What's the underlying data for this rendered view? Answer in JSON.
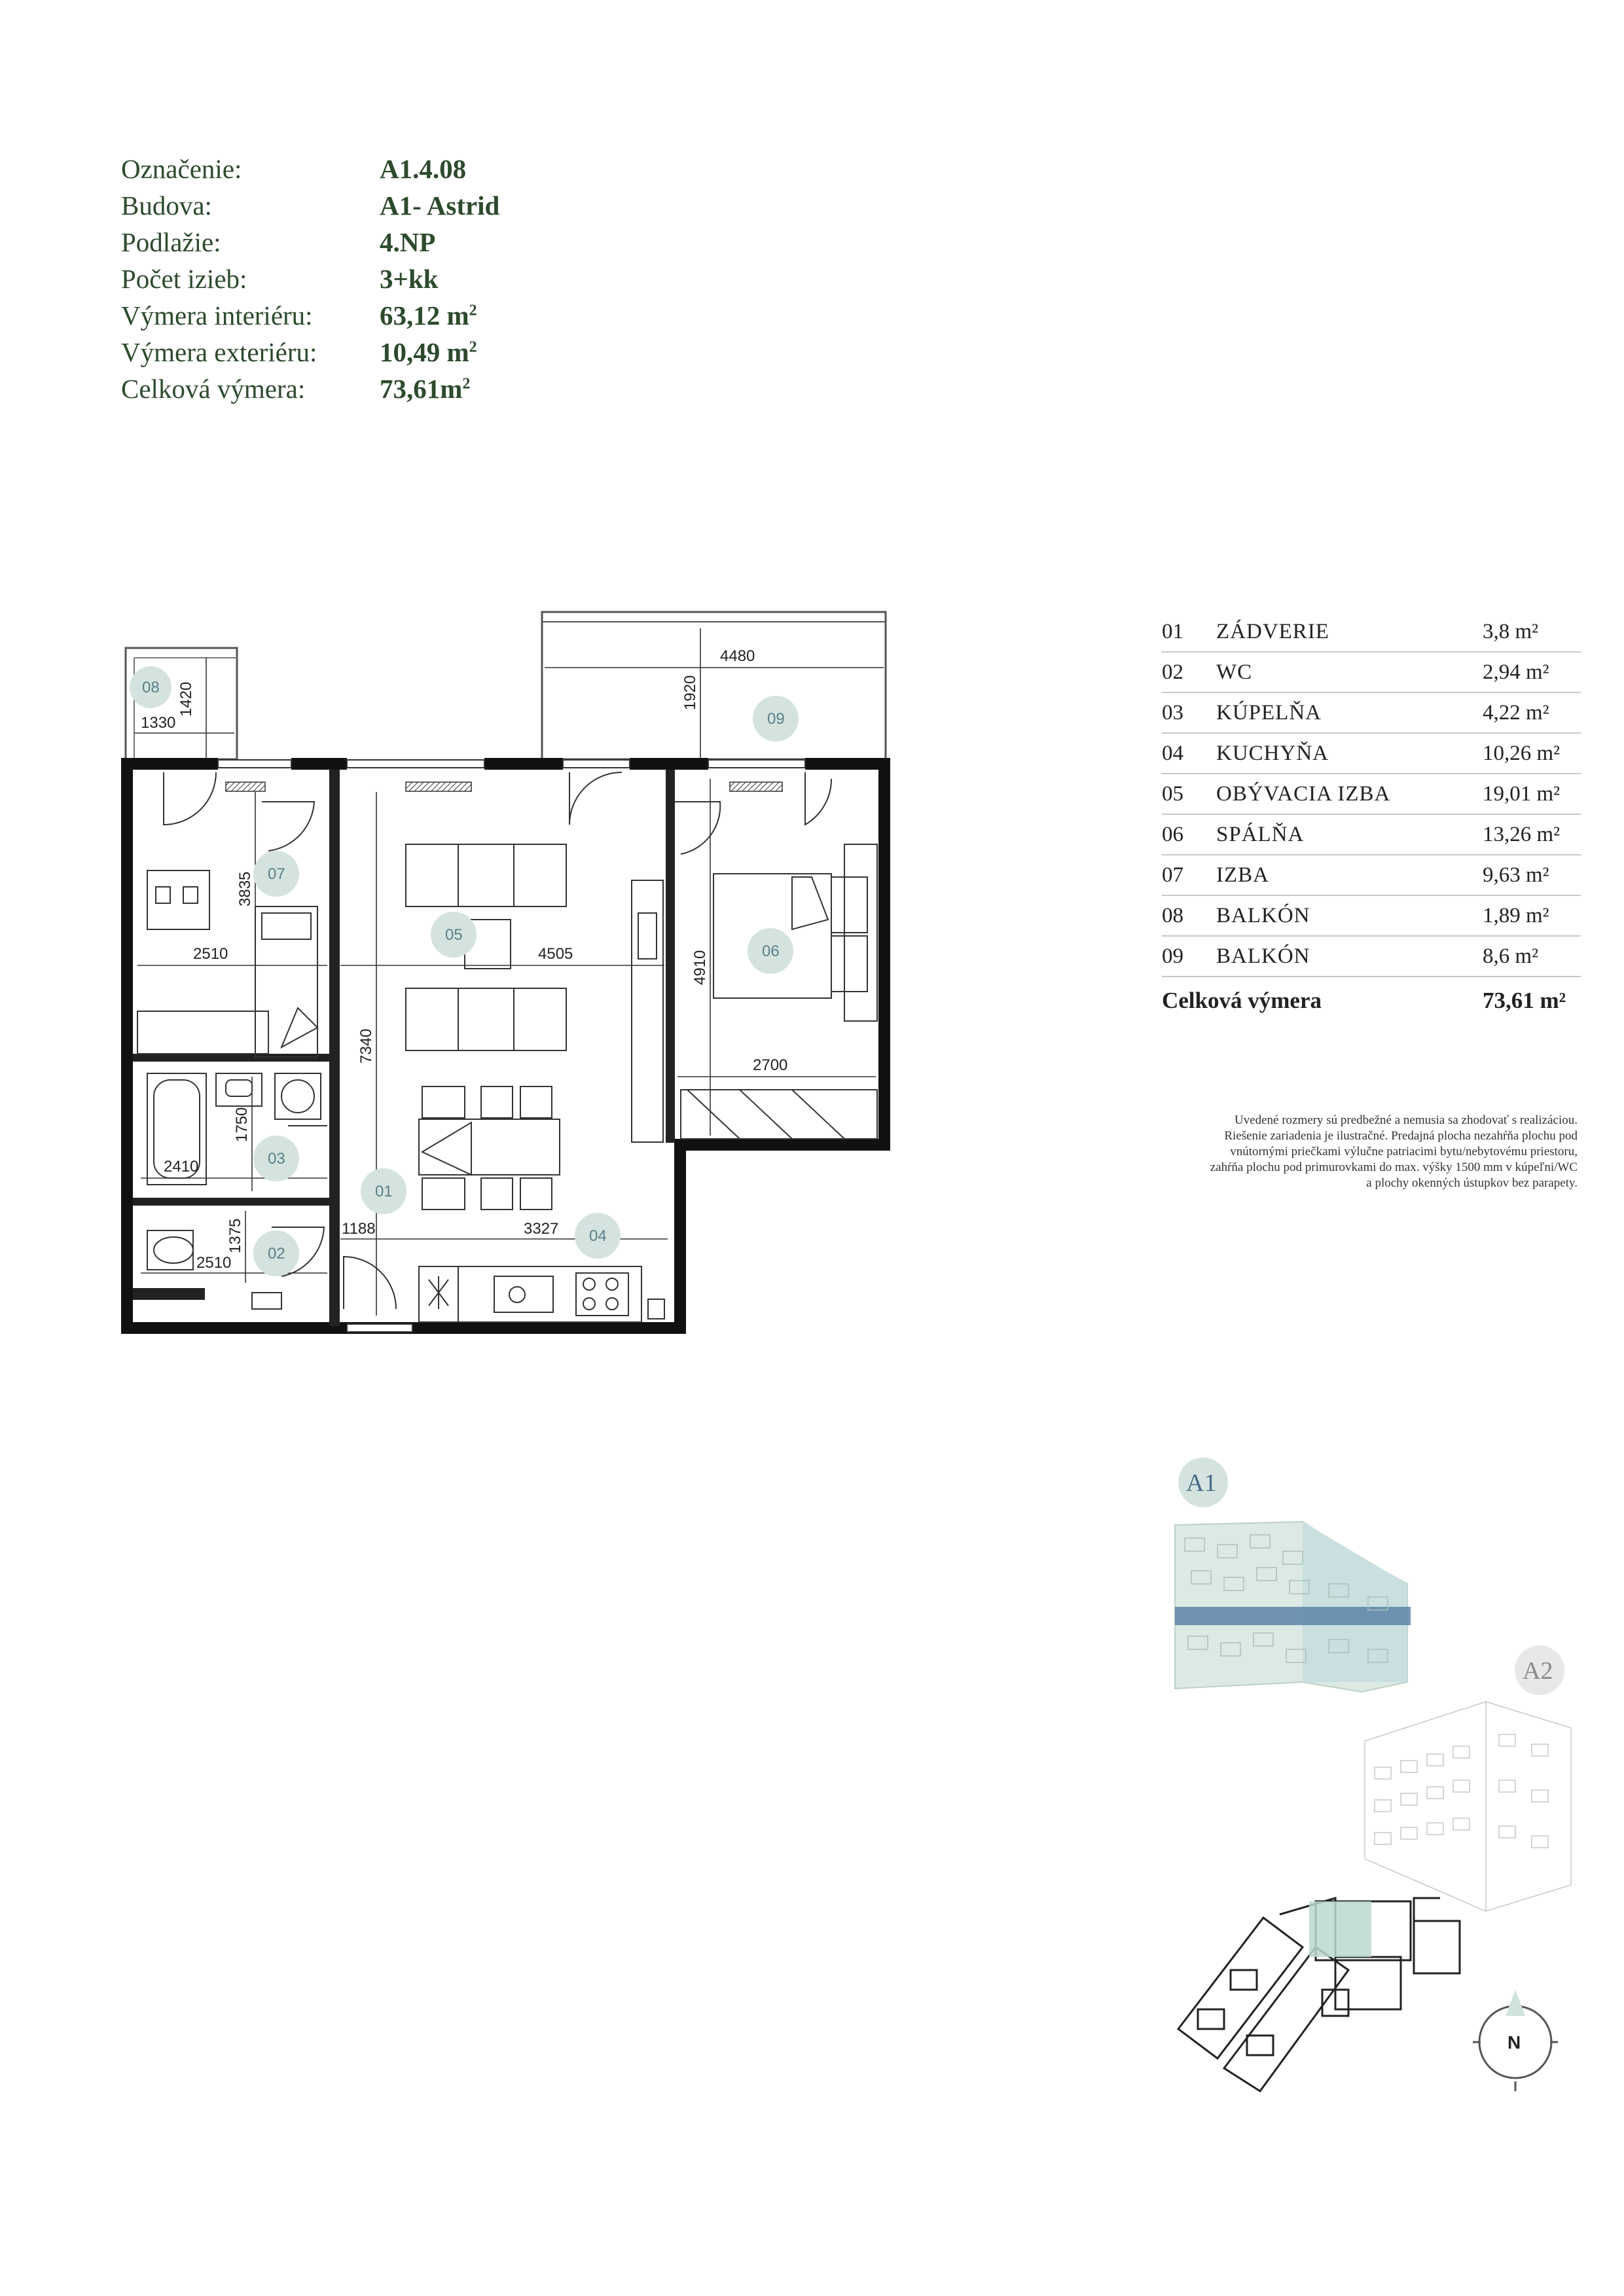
{
  "info": [
    {
      "label": "Označenie:",
      "value": "A1.4.08",
      "sup": ""
    },
    {
      "label": "Budova:",
      "value": "A1- Astrid",
      "sup": ""
    },
    {
      "label": "Podlažie:",
      "value": "4.NP",
      "sup": ""
    },
    {
      "label": "Počet izieb:",
      "value": "3+kk",
      "sup": ""
    },
    {
      "label": "Výmera interiéru:",
      "value": "63,12 m",
      "sup": "2"
    },
    {
      "label": "Výmera exteriéru:",
      "value": "10,49 m",
      "sup": "2"
    },
    {
      "label": "Celková výmera:",
      "value": "73,61m",
      "sup": "2"
    }
  ],
  "rooms": [
    {
      "no": "01",
      "name": "ZÁDVERIE",
      "area": "3,8 m²"
    },
    {
      "no": "02",
      "name": "WC",
      "area": "2,94 m²"
    },
    {
      "no": "03",
      "name": "KÚPELŇA",
      "area": "4,22 m²"
    },
    {
      "no": "04",
      "name": "KUCHYŇA",
      "area": "10,26 m²"
    },
    {
      "no": "05",
      "name": "OBÝVACIA IZBA",
      "area": "19,01 m²"
    },
    {
      "no": "06",
      "name": "SPÁLŇA",
      "area": "13,26 m²"
    },
    {
      "no": "07",
      "name": "IZBA",
      "area": "9,63 m²"
    },
    {
      "no": "08",
      "name": "BALKÓN",
      "area": "1,89 m²"
    },
    {
      "no": "09",
      "name": "BALKÓN",
      "area": "8,6 m²"
    }
  ],
  "total": {
    "label": "Celková výmera",
    "area": "73,61 m²"
  },
  "note": [
    "Uvedené rozmery sú predbežné a nemusia sa zhodovať s realizáciou.",
    "Riešenie zariadenia je ilustračné. Predajná plocha nezahŕňa plochu pod",
    "vnútornými priečkami výlučne patriacimi bytu/nebytovému priestoru,",
    "zahŕňa plochu pod primurovkami do max. výšky 1500 mm v kúpeľni/WC",
    "a plochy okenných ústupkov bez parapety."
  ],
  "plan": {
    "room_badges": [
      "01",
      "02",
      "03",
      "04",
      "05",
      "06",
      "07",
      "08",
      "09"
    ],
    "dimensions": {
      "balcony08_w": "1330",
      "balcony08_h": "1420",
      "balcony09_w": "4480",
      "balcony09_h": "1920",
      "room07_h": "3835",
      "room07_w": "2510",
      "living_w": "4505",
      "living_h": "7340",
      "bed_h": "4910",
      "bed_w": "2700",
      "bath_h": "1750",
      "bath_w": "2410",
      "wc_h": "1375",
      "wc_w": "2510",
      "hall_w": "1188",
      "kitchen_w": "3327"
    },
    "accent_color": "#d4e3df"
  },
  "minimap": {
    "building_a1": "A1",
    "building_a2": "A2",
    "compass": "N"
  }
}
